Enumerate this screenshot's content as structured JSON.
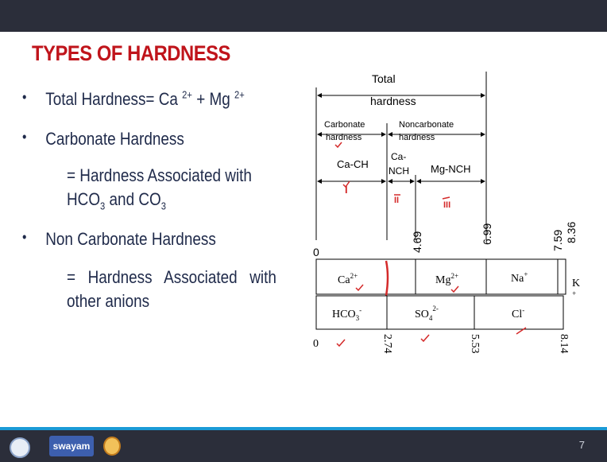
{
  "slide": {
    "title": "TYPES OF HARDNESS",
    "page_number": "7"
  },
  "bullets": [
    {
      "pre": "Total Hardness= Ca ",
      "sup1": "2+",
      "mid": " + Mg ",
      "sup2": "2+"
    },
    {
      "text": "Carbonate Hardness"
    },
    {
      "text": "= Hardness Associated with"
    },
    {
      "pre": "HCO",
      "sub1": "3",
      "mid": " and CO",
      "sub2": "3"
    },
    {
      "text": "Non Carbonate Hardness"
    },
    {
      "text": "= Hardness Associated with"
    },
    {
      "text": "other anions"
    }
  ],
  "diagram": {
    "total_label_1": "Total",
    "total_label_2": "hardness",
    "carb_label_1": "Carbonate",
    "carb_label_2": "hardness",
    "noncarb_label_1": "Noncarbonate",
    "noncarb_label_2": "hardness",
    "seg_ca_ch": "Ca-CH",
    "seg_ca_nch_1": "Ca-",
    "seg_ca_nch_2": "NCH",
    "seg_mg_nch": "Mg-NCH",
    "roman_1": "I",
    "roman_2": "II",
    "roman_3": "III",
    "top_ticks": [
      "0",
      "4.69",
      "6.99",
      "7.59",
      "8.36"
    ],
    "cations": {
      "ca": "Ca",
      "ca_sup": "2+",
      "mg": "Mg",
      "mg_sup": "2+",
      "na": "Na",
      "na_sup": "+",
      "k": "K",
      "k_sub": "+"
    },
    "anions": {
      "hco": "HCO",
      "hco_sub": "3",
      "hco_sup": "-",
      "so": "SO",
      "so_sub": "4",
      "so_sup": "2-",
      "cl": "Cl",
      "cl_sup": "-"
    },
    "bottom_ticks": [
      "0",
      "2.74",
      "5.53",
      "8.14"
    ]
  }
}
